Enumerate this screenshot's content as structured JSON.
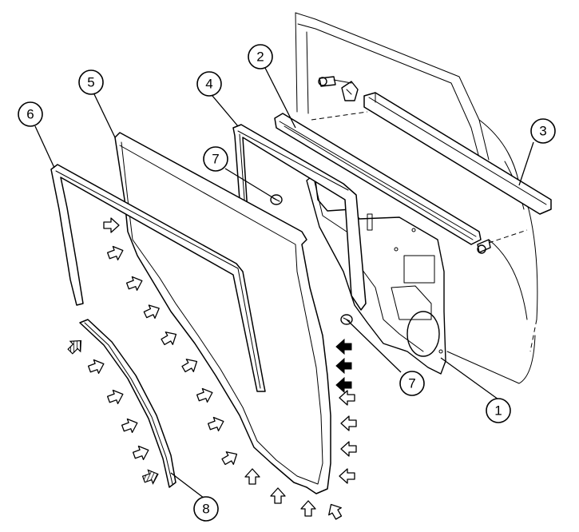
{
  "callouts": [
    {
      "id": "c1",
      "label": "1"
    },
    {
      "id": "c2",
      "label": "2"
    },
    {
      "id": "c3",
      "label": "3"
    },
    {
      "id": "c4",
      "label": "4"
    },
    {
      "id": "c5",
      "label": "5"
    },
    {
      "id": "c6",
      "label": "6"
    },
    {
      "id": "c7a",
      "label": "7"
    },
    {
      "id": "c7b",
      "label": "7"
    },
    {
      "id": "c8",
      "label": "8"
    }
  ]
}
